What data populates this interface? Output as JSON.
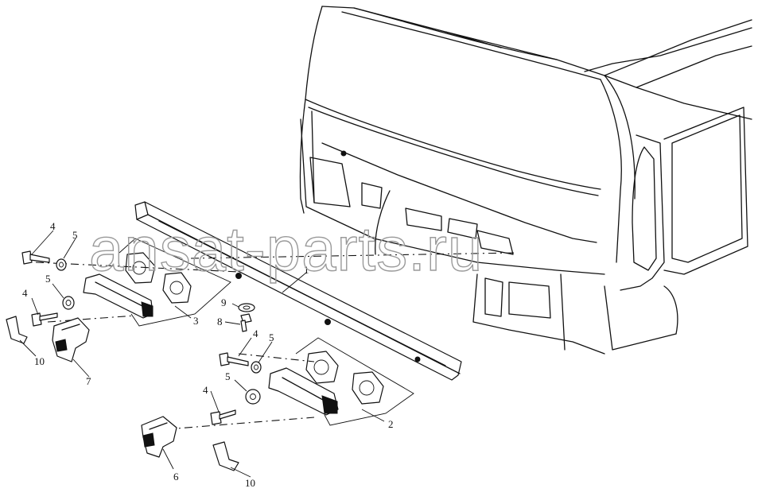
{
  "watermark": {
    "text": "ansat-parts.ru"
  },
  "corner_mark": "",
  "callouts": [
    {
      "id": "c1",
      "label": "1"
    },
    {
      "id": "c2",
      "label": "2"
    },
    {
      "id": "c3",
      "label": "3"
    },
    {
      "id": "c4a",
      "label": "4"
    },
    {
      "id": "c4b",
      "label": "4"
    },
    {
      "id": "c4c",
      "label": "4"
    },
    {
      "id": "c4d",
      "label": "4"
    },
    {
      "id": "c5a",
      "label": "5"
    },
    {
      "id": "c5b",
      "label": "5"
    },
    {
      "id": "c5c",
      "label": "5"
    },
    {
      "id": "c5d",
      "label": "5"
    },
    {
      "id": "c6",
      "label": "6"
    },
    {
      "id": "c7",
      "label": "7"
    },
    {
      "id": "c8",
      "label": "8"
    },
    {
      "id": "c9",
      "label": "9"
    },
    {
      "id": "c10a",
      "label": "10"
    },
    {
      "id": "c10b",
      "label": "10"
    }
  ]
}
